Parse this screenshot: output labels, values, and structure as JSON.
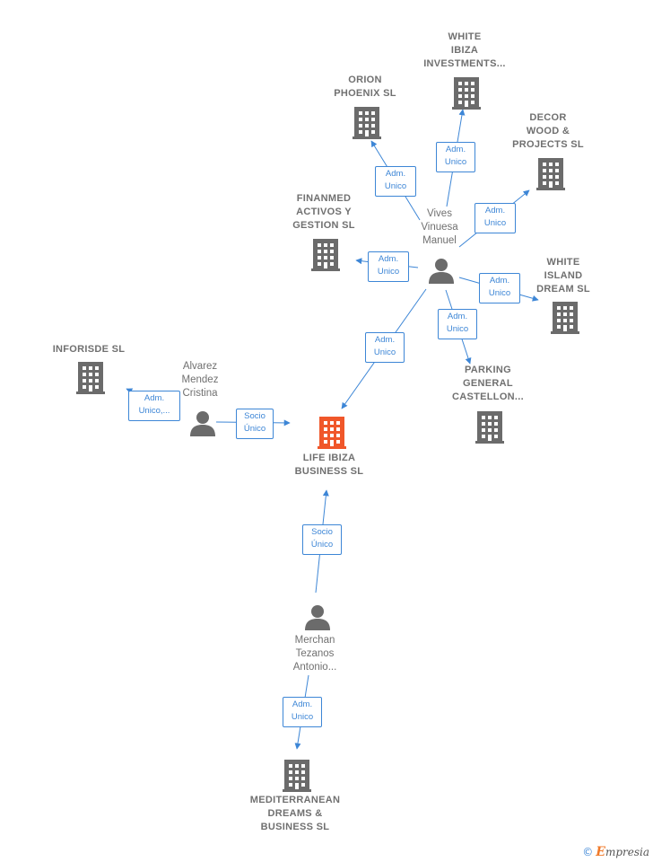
{
  "colors": {
    "edge": "#3d86d6",
    "company_icon": "#6b6b6b",
    "focus_icon": "#f0572a",
    "person_icon": "#6b6b6b",
    "label_text": "#707070"
  },
  "nodes": {
    "life_ibiza": {
      "lines": [
        "LIFE IBIZA",
        "BUSINESS SL"
      ],
      "icon": "building-icon",
      "focus": true
    },
    "vives": {
      "lines": [
        "Vives",
        "Vinuesa",
        "Manuel"
      ],
      "icon": "person-icon"
    },
    "alvarez": {
      "lines": [
        "Alvarez",
        "Mendez",
        "Cristina"
      ],
      "icon": "person-icon"
    },
    "merchan": {
      "lines": [
        "Merchan",
        "Tezanos",
        "Antonio..."
      ],
      "icon": "person-icon"
    },
    "white_ibiza": {
      "lines": [
        "WHITE",
        "IBIZA",
        "INVESTMENTS..."
      ],
      "icon": "building-icon"
    },
    "orion": {
      "lines": [
        "ORION",
        "PHOENIX SL"
      ],
      "icon": "building-icon"
    },
    "decor": {
      "lines": [
        "DECOR",
        "WOOD &",
        "PROJECTS SL"
      ],
      "icon": "building-icon"
    },
    "finanmed": {
      "lines": [
        "FINANMED",
        "ACTIVOS Y",
        "GESTION SL"
      ],
      "icon": "building-icon"
    },
    "white_island": {
      "lines": [
        "WHITE",
        "ISLAND",
        "DREAM SL"
      ],
      "icon": "building-icon"
    },
    "parking": {
      "lines": [
        "PARKING",
        "GENERAL",
        "CASTELLON..."
      ],
      "icon": "building-icon"
    },
    "inforisde": {
      "lines": [
        "INFORISDE SL"
      ],
      "icon": "building-icon"
    },
    "mediterranean": {
      "lines": [
        "MEDITERRANEAN",
        "DREAMS &",
        "BUSINESS SL"
      ],
      "icon": "building-icon"
    }
  },
  "edges": {
    "vives_white_ibiza": [
      "Adm.",
      "Unico"
    ],
    "vives_orion": [
      "Adm.",
      "Unico"
    ],
    "vives_decor": [
      "Adm.",
      "Unico"
    ],
    "vives_finanmed": [
      "Adm.",
      "Unico"
    ],
    "vives_white_island": [
      "Adm.",
      "Unico"
    ],
    "vives_parking": [
      "Adm.",
      "Unico"
    ],
    "vives_life": [
      "Adm.",
      "Unico"
    ],
    "alvarez_inforisde": [
      "Adm.",
      "Unico,..."
    ],
    "alvarez_life": [
      "Socio",
      "Único"
    ],
    "merchan_life": [
      "Socio",
      "Único"
    ],
    "merchan_mediterranean": [
      "Adm.",
      "Unico"
    ]
  },
  "brand": {
    "copyright": "©",
    "name_initial": "E",
    "name_rest": "mpresia"
  }
}
